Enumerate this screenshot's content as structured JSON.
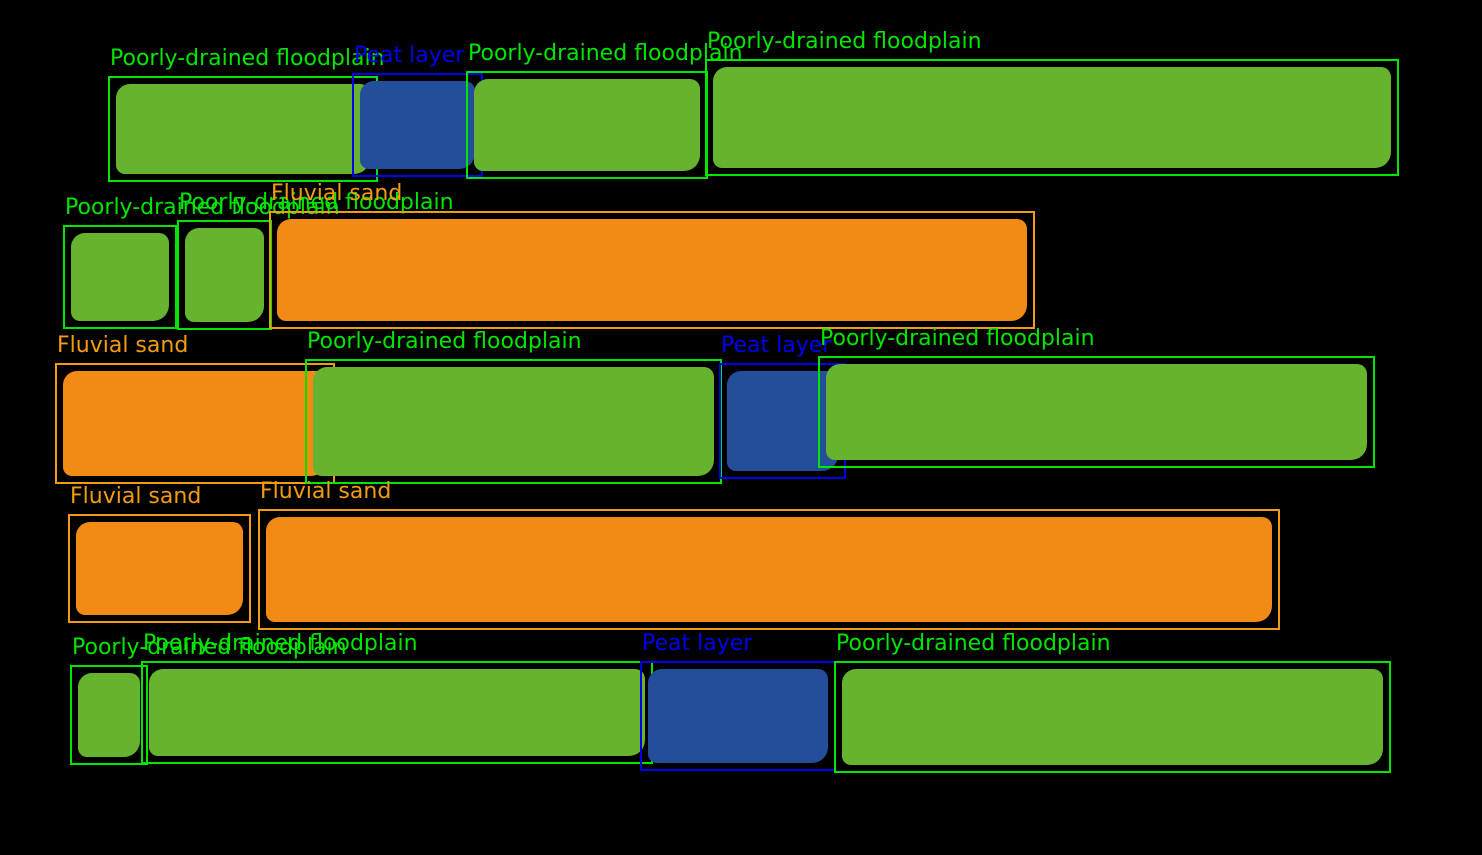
{
  "legend_colors": {
    "Poorly-drained floodplain": {
      "outline": "#00e600",
      "fill": "#65b32e"
    },
    "Peat layer": {
      "outline": "#0000ee",
      "fill": "#224e9c"
    },
    "Fluvial sand": {
      "outline": "#f39c11",
      "fill": "#f28a16"
    }
  },
  "segments": [
    {
      "label": "Poorly-drained floodplain",
      "class": "Poorly-drained floodplain"
    },
    {
      "label": "Peat layer",
      "class": "Peat layer"
    },
    {
      "label": "Poorly-drained floodplain",
      "class": "Poorly-drained floodplain"
    },
    {
      "label": "Poorly-drained floodplain",
      "class": "Poorly-drained floodplain"
    },
    {
      "label": "Poorly-drained floodplain",
      "class": "Poorly-drained floodplain"
    },
    {
      "label": "Poorly-drained floodplain",
      "class": "Poorly-drained floodplain"
    },
    {
      "label": "Fluvial sand",
      "class": "Fluvial sand"
    },
    {
      "label": "Fluvial sand",
      "class": "Fluvial sand"
    },
    {
      "label": "Poorly-drained floodplain",
      "class": "Poorly-drained floodplain"
    },
    {
      "label": "Peat layer",
      "class": "Peat layer"
    },
    {
      "label": "Poorly-drained floodplain",
      "class": "Poorly-drained floodplain"
    },
    {
      "label": "Fluvial sand",
      "class": "Fluvial sand"
    },
    {
      "label": "Fluvial sand",
      "class": "Fluvial sand"
    },
    {
      "label": "Poorly-drained floodplain",
      "class": "Poorly-drained floodplain"
    },
    {
      "label": "Poorly-drained floodplain",
      "class": "Poorly-drained floodplain"
    },
    {
      "label": "Peat layer",
      "class": "Peat layer"
    },
    {
      "label": "Poorly-drained floodplain",
      "class": "Poorly-drained floodplain"
    }
  ]
}
